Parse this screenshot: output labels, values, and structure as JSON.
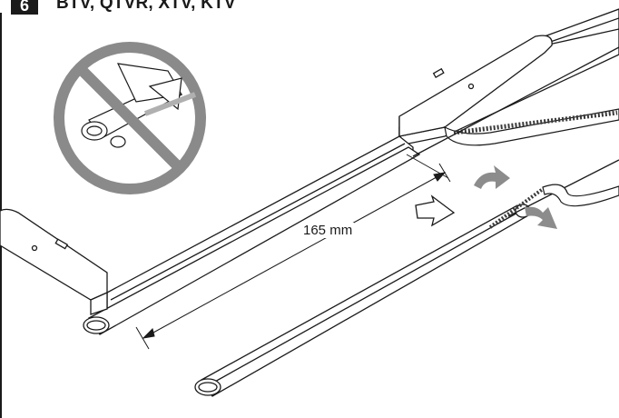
{
  "header": {
    "step_number": "6",
    "models": "BTV, QTVR, XTV, KTV"
  },
  "dimension": {
    "label": "165 mm"
  },
  "colors": {
    "ink": "#1a1a1a",
    "prohibition": "#8a8a8a",
    "arrow_fill": "#8c8c8c",
    "background": "#ffffff"
  },
  "icons": {
    "prohibition": "no-cut-rail-icon",
    "slide_arrow": "slide-direction-arrow-icon",
    "rotate_up": "rotate-up-arrow-icon",
    "rotate_right": "rotate-right-arrow-icon"
  }
}
